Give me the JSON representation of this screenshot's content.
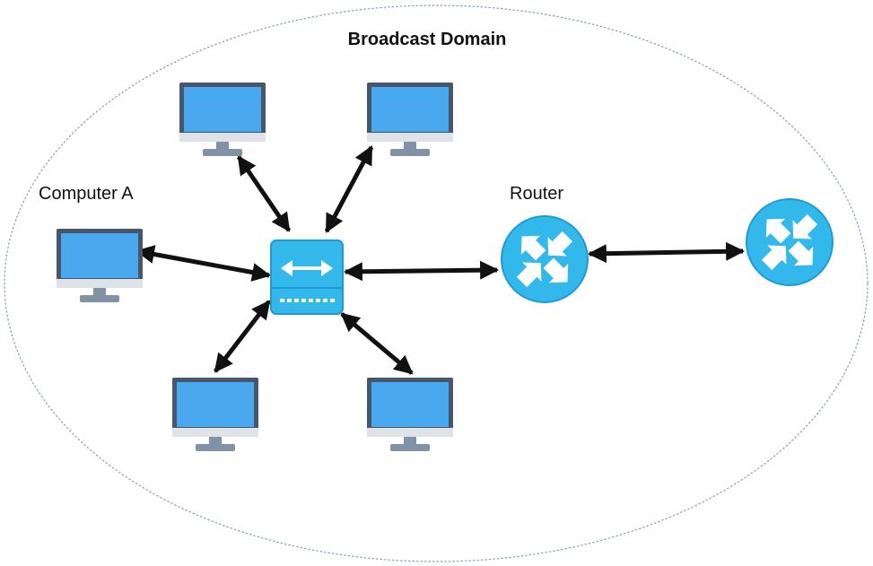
{
  "title": "Broadcast Domain",
  "labels": {
    "computer_a": "Computer A",
    "router": "Router"
  },
  "icons": {
    "computer": "computer-monitor-icon",
    "switch": "network-switch-icon",
    "router": "router-icon"
  },
  "colors": {
    "ellipse_border": "#8a9bc4",
    "screen": "#4aa8ee",
    "monitor_frame": "#46576b",
    "monitor_bezel": "#dfe3e8",
    "stand": "#8192a6",
    "device_blue": "#33b8ec",
    "device_border": "#1f9ad2",
    "arrow": "#111111"
  }
}
